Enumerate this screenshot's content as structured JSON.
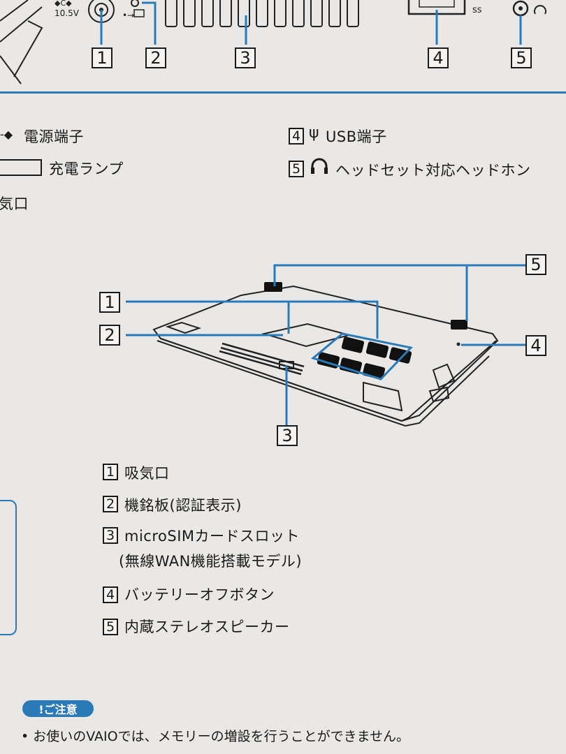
{
  "top_ports": {
    "dc_voltage": "10.5V",
    "callouts": [
      "1",
      "2",
      "3",
      "4",
      "5"
    ]
  },
  "port_list": {
    "items": [
      {
        "num": "",
        "label": "電源端子"
      },
      {
        "num": "",
        "label": "充電ランプ"
      },
      {
        "num": "",
        "label": "気口"
      },
      {
        "num": "4",
        "label": "USB端子"
      },
      {
        "num": "5",
        "label": "ヘッドセット対応ヘッドホン"
      }
    ]
  },
  "bottom_diagram": {
    "callouts": [
      "1",
      "2",
      "3",
      "4",
      "5"
    ]
  },
  "bottom_list": {
    "items": [
      {
        "num": "1",
        "label": "吸気口"
      },
      {
        "num": "2",
        "label": "機銘板(認証表示)"
      },
      {
        "num": "3",
        "label": "microSIMカードスロット"
      },
      {
        "num": "",
        "label": "(無線WAN機能搭載モデル)"
      },
      {
        "num": "4",
        "label": "バッテリーオフボタン"
      },
      {
        "num": "5",
        "label": "内蔵ステレオスピーカー"
      }
    ]
  },
  "notice": {
    "badge": "!ご注意",
    "text": "• お使いのVAIOでは、メモリーの増設を行うことができません。"
  },
  "colors": {
    "accent": "#2a7ab8",
    "paper": "#e9e8e6",
    "ink": "#1a1a1a"
  }
}
